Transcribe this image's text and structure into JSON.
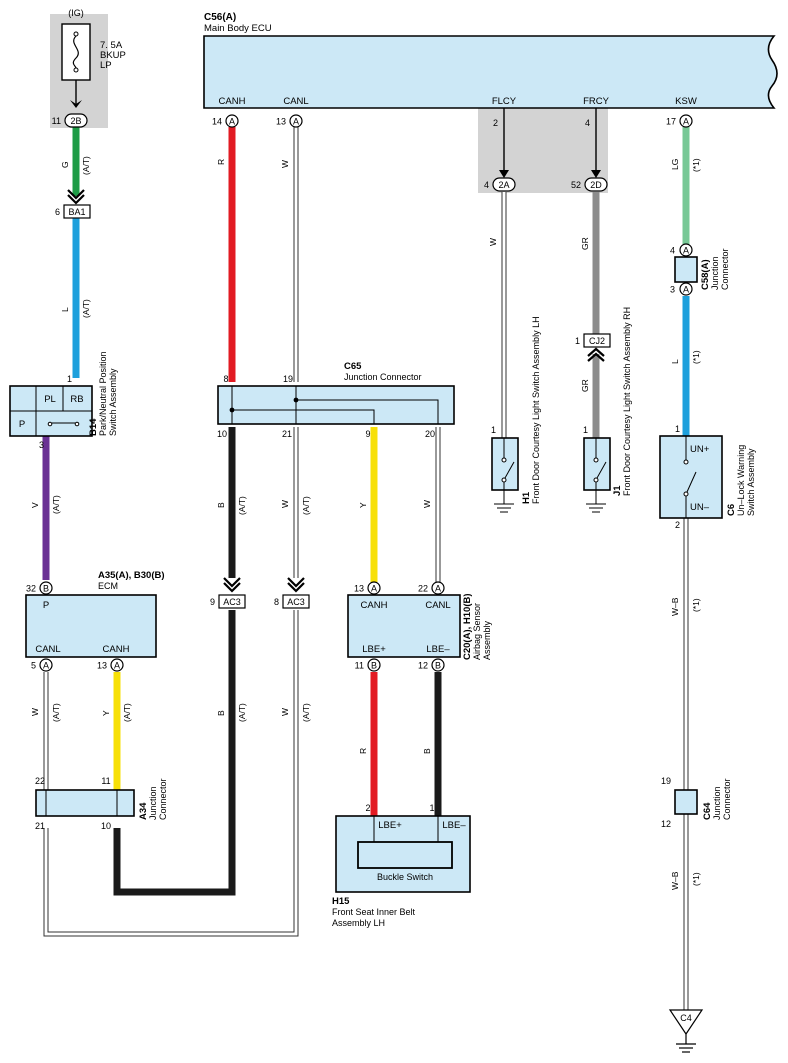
{
  "fuse": {
    "supply": "(IG)",
    "rating": "7. 5A",
    "name_line1": "BKUP",
    "name_line2": "LP",
    "terminal": "11",
    "connector": "2B"
  },
  "ecu": {
    "code": "C56(A)",
    "name": "Main Body ECU",
    "terminals": [
      {
        "label": "CANH",
        "pin": "14",
        "letter": "A"
      },
      {
        "label": "CANL",
        "pin": "13",
        "letter": "A"
      },
      {
        "label": "FLCY",
        "pin": "2"
      },
      {
        "label": "FRCY",
        "pin": "4"
      },
      {
        "label": "KSW",
        "pin": "17",
        "letter": "A"
      }
    ]
  },
  "junction_blocks": [
    {
      "pin": "4",
      "id": "2A"
    },
    {
      "pin": "52",
      "id": "2D"
    }
  ],
  "wires": {
    "g": {
      "color": "G",
      "note": "(A/T)"
    },
    "l": {
      "color": "L",
      "note": "(A/T)"
    },
    "v": {
      "color": "V",
      "note": "(A/T)"
    },
    "r_canh": {
      "color": "R"
    },
    "w_canl": {
      "color": "W"
    },
    "b_canh2": {
      "color": "B",
      "note": "(A/T)"
    },
    "w_canl2": {
      "color": "W",
      "note": "(A/T)"
    },
    "y_airbag": {
      "color": "Y"
    },
    "w_airbag": {
      "color": "W"
    },
    "w_flcy": {
      "color": "W"
    },
    "gr_frcy": {
      "color": "GR"
    },
    "gr_frcy2": {
      "color": "GR"
    },
    "lg_ksw": {
      "color": "LG",
      "note": "(*1)"
    },
    "l_ksw": {
      "color": "L",
      "note": "(*1)"
    },
    "wb_ksw": {
      "color": "W–B",
      "note": "(*1)"
    },
    "wb_ksw2": {
      "color": "W–B",
      "note": "(*1)"
    },
    "w_ecm": {
      "color": "W",
      "note": "(A/T)"
    },
    "y_ecm": {
      "color": "Y",
      "note": "(A/T)"
    },
    "b_ac3": {
      "color": "B",
      "note": "(A/T)"
    },
    "w_ac3": {
      "color": "W",
      "note": "(A/T)"
    },
    "r_buckle": {
      "color": "R"
    },
    "b_buckle": {
      "color": "B"
    }
  },
  "connectors": {
    "ba1": {
      "pin": "6",
      "id": "BA1"
    },
    "cj2": {
      "pin": "1",
      "id": "CJ2"
    },
    "ac3a": {
      "pin": "9",
      "id": "AC3"
    },
    "ac3b": {
      "pin": "8",
      "id": "AC3"
    }
  },
  "b14": {
    "code": "B14",
    "name_line1": "Park/Neutral Position",
    "name_line2": "Switch Assembly",
    "label_pl": "PL",
    "label_rb": "RB",
    "label_p": "P",
    "pin_top": "1",
    "pin_bottom": "3"
  },
  "c65": {
    "code": "C65",
    "name": "Junction Connector",
    "pins_top": [
      "8",
      "19"
    ],
    "pins_bottom": [
      "10",
      "21",
      "9",
      "20"
    ]
  },
  "h1": {
    "code": "H1",
    "name": "Front Door Courtesy Light Switch Assembly LH",
    "pin": "1"
  },
  "j1": {
    "code": "J1",
    "name": "Front Door Courtesy Light Switch Assembly RH",
    "pin": "1"
  },
  "c58": {
    "code": "C58(A)",
    "name_line1": "Junction",
    "name_line2": "Connector",
    "pin_top": "4",
    "pin_bottom": "3",
    "letter": "A"
  },
  "c6": {
    "code": "C6",
    "name_line1": "Un–Lock Warning",
    "name_line2": "Switch Assembly",
    "label_top": "UN+",
    "label_bottom": "UN–",
    "pin_top": "1",
    "pin_bottom": "2"
  },
  "ecm": {
    "code": "A35(A), B30(B)",
    "name": "ECM",
    "label_p": "P",
    "label_canl": "CANL",
    "label_canh": "CANH",
    "pin_p": "32",
    "letter_p": "B",
    "pin_canl": "5",
    "pin_canh": "13",
    "letter_a": "A"
  },
  "airbag": {
    "code": "C20(A), H10(B)",
    "name_line1": "Airbag Sensor",
    "name_line2": "Assembly",
    "label_canh": "CANH",
    "label_canl": "CANL",
    "label_lbep": "LBE+",
    "label_lbem": "LBE–",
    "pin_canh": "13",
    "pin_canl": "22",
    "pin_lbep": "11",
    "pin_lbem": "12",
    "letter_a": "A",
    "letter_b": "B"
  },
  "a34": {
    "code": "A34",
    "name_line1": "Junction",
    "name_line2": "Connector",
    "pins": [
      "22",
      "11",
      "21",
      "10"
    ]
  },
  "h15": {
    "code": "H15",
    "name_line1": "Front Seat Inner Belt",
    "name_line2": "Assembly LH",
    "label_lbep": "LBE+",
    "label_lbem": "LBE–",
    "switch_label": "Buckle Switch",
    "pin_left": "2",
    "pin_right": "1"
  },
  "c64": {
    "code": "C64",
    "name_line1": "Junction",
    "name_line2": "Connector",
    "pin_top": "19",
    "pin_bottom": "12"
  },
  "ground": {
    "id": "C4"
  },
  "colors": {
    "green": "#1e9c46",
    "blue": "#1ea0dc",
    "violet": "#6a3194",
    "red": "#e21b23",
    "yellow": "#f7e008",
    "black": "#1a1a1a",
    "gray": "#8c8c8c",
    "light_green": "#78c896",
    "box_fill": "#cce8f6",
    "shade": "#d3d3d3"
  }
}
